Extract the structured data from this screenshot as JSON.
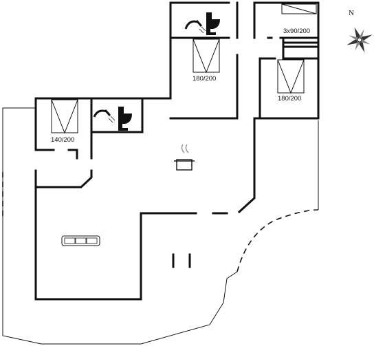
{
  "compass": {
    "north_label": "N"
  },
  "rooms": {
    "bedroom_left": {
      "bed_label": "140/200"
    },
    "bedroom_top": {
      "bed_label": "180/200"
    },
    "bedroom_right": {
      "bed_label": "180/200"
    },
    "bunk_room": {
      "bed_label": "3x90/200"
    }
  },
  "icons": {
    "toilet": "toilet-icon",
    "shower": "shower-icon",
    "kitchen": "cooking-pot-icon",
    "sofa": "sofa-icon",
    "bed": "bed-icon",
    "compass": "compass-rose-icon"
  }
}
